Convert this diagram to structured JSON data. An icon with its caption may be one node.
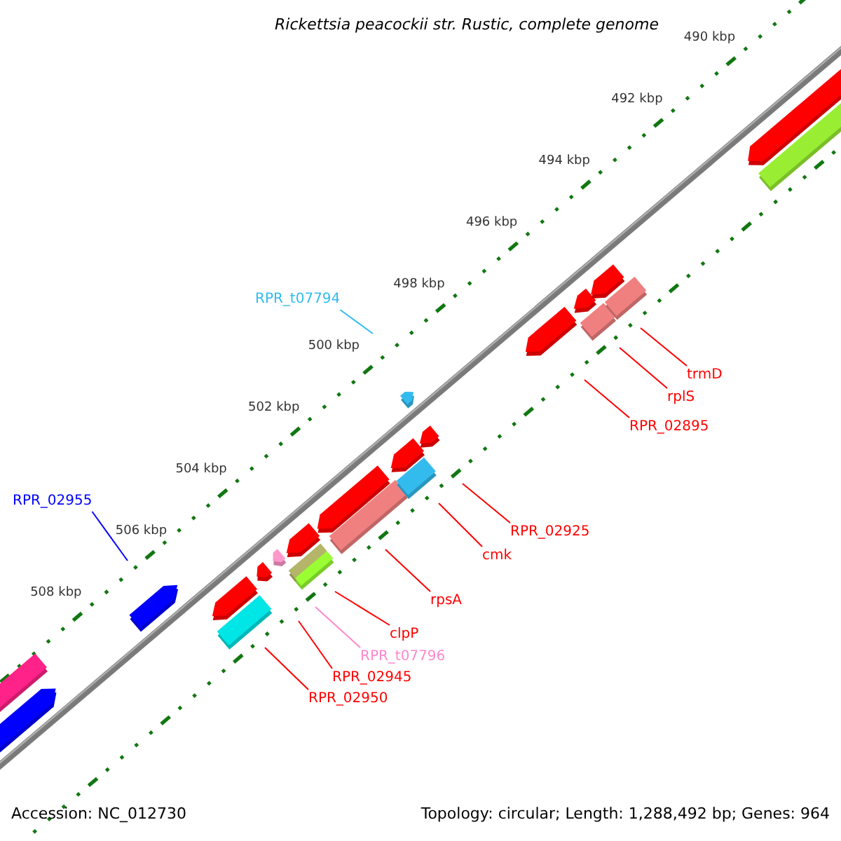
{
  "diagram": {
    "title": "Rickettsia peacockii str. Rustic, complete genome",
    "nodes": [
      {
        "text": [
          "RPR_t07794"
        ]
      },
      {
        "text": [
          "trmD"
        ]
      },
      {
        "text": [
          "rplS"
        ]
      },
      {
        "text": [
          "RPR_02895"
        ]
      },
      {
        "text": [
          "RPR_02925"
        ]
      },
      {
        "text": [
          "cmk"
        ]
      },
      {
        "text": [
          "rpsA"
        ]
      },
      {
        "text": [
          "clpP"
        ]
      },
      {
        "text": [
          "RPR_t07796"
        ]
      },
      {
        "text": [
          "RPR_02945"
        ]
      },
      {
        "text": [
          "RPR_02950"
        ]
      },
      {
        "text": [
          "RPR_02955"
        ]
      }
    ],
    "edges": [
      {
        "from": 0,
        "to": null,
        "arrow": "none",
        "color": "#33bbee"
      },
      {
        "from": 1,
        "to": null,
        "arrow": "none"
      },
      {
        "from": 2,
        "to": null,
        "arrow": "none"
      },
      {
        "from": 3,
        "to": null,
        "arrow": "none"
      },
      {
        "from": 4,
        "to": null,
        "arrow": "none"
      },
      {
        "from": 5,
        "to": null,
        "arrow": "none"
      },
      {
        "from": 6,
        "to": null,
        "arrow": "none"
      },
      {
        "from": 7,
        "to": null,
        "arrow": "none"
      },
      {
        "from": 8,
        "to": null,
        "arrow": "none",
        "color": "#ff88cc"
      },
      {
        "from": 9,
        "to": null,
        "arrow": "none"
      },
      {
        "from": 10,
        "to": null,
        "arrow": "none"
      },
      {
        "from": 11,
        "to": null,
        "arrow": "none",
        "color": "#0000ff"
      }
    ],
    "labels": [
      "490 kbp",
      "492 kbp",
      "494 kbp",
      "496 kbp",
      "498 kbp",
      "500 kbp",
      "502 kbp",
      "504 kbp",
      "506 kbp",
      "508 kbp",
      "Accession: NC_012730",
      "Topology: circular; Length: 1,288,492 bp; Genes: 964"
    ]
  }
}
